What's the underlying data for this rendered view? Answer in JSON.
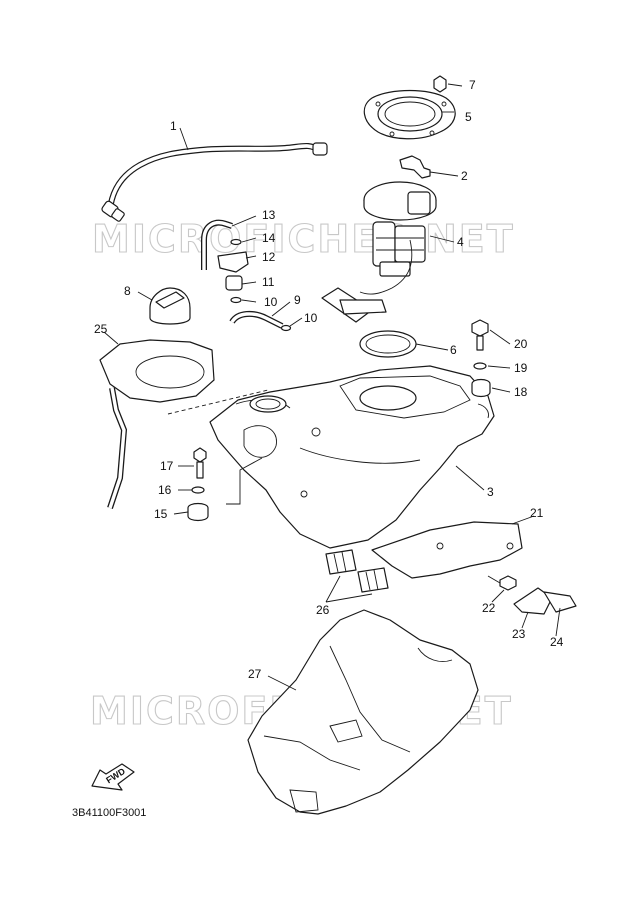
{
  "diagram": {
    "catalog_code": "3B41100F3001",
    "fwd_label": "FWD",
    "watermark_text": "MICROFICHES.NET",
    "callouts": [
      "1",
      "2",
      "3",
      "4",
      "5",
      "6",
      "7",
      "8",
      "9",
      "10",
      "10",
      "11",
      "12",
      "13",
      "14",
      "15",
      "16",
      "17",
      "18",
      "19",
      "20",
      "21",
      "22",
      "23",
      "24",
      "25",
      "26",
      "27"
    ]
  }
}
